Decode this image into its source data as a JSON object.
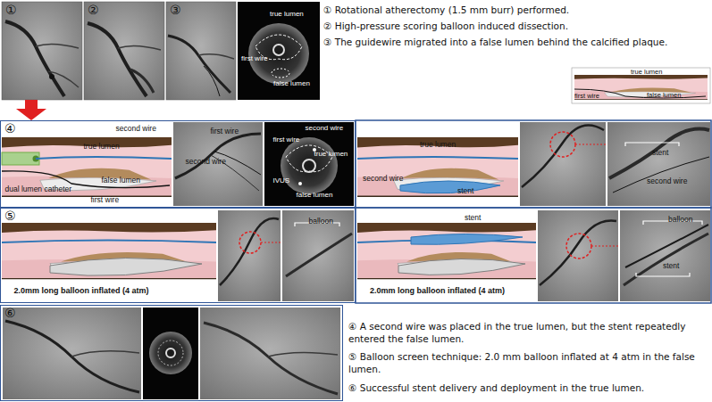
{
  "diagram": {
    "nodes": [
      {
        "text": [
          "①"
        ]
      },
      {
        "text": [
          "②"
        ]
      },
      {
        "text": [
          "③"
        ]
      },
      {
        "text": [
          "true lumen",
          "first wire",
          "false lumen"
        ]
      },
      {
        "text": [
          "true lumen",
          "false lumen",
          "first wire"
        ]
      },
      {
        "text": [
          "④"
        ]
      },
      {
        "text": [
          "second wire",
          "true lumen",
          "false lumen",
          "dual lumen catheter",
          "first wire"
        ],
        "in": 5
      },
      {
        "text": [
          "first wire",
          "second wire"
        ],
        "in": 5
      },
      {
        "text": [
          "second wire",
          "first wire",
          "true lumen",
          "IVUS",
          "false lumen"
        ],
        "in": 5
      },
      {
        "text": [
          "true lumen",
          "second wire",
          "stent"
        ]
      },
      {
        "text": [
          "stent",
          "second wire"
        ]
      },
      {
        "text": [
          "⑤"
        ]
      },
      {
        "text": [
          "2.0mm long balloon inflated (4 atm)"
        ],
        "in": 11
      },
      {
        "text": [
          "balloon"
        ],
        "in": 11
      },
      {
        "text": [
          "stent",
          "2.0mm long balloon inflated (4 atm)"
        ]
      },
      {
        "text": [
          "balloon",
          "stent"
        ]
      },
      {
        "text": [
          "⑥"
        ]
      }
    ],
    "edges": [
      {
        "from": 0,
        "to": 5,
        "arrow": "to"
      }
    ],
    "labels": [
      "① Rotational atherectomy (1.5 mm burr) performed.",
      "② High-pressure scoring balloon induced dissection.",
      "③ The guidewire migrated into a false lumen behind the calcified plaque.",
      "④ A second wire was placed in the true lumen, but the stent repeatedly entered the false lumen.",
      "⑤ Balloon screen technique: 2.0 mm balloon inflated at 4 atm in the false lumen.",
      "⑥ Successful stent delivery and deployment in the true lumen."
    ]
  }
}
